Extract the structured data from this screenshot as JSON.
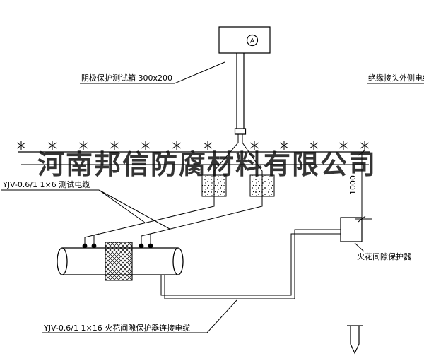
{
  "watermark": {
    "text": "河南邦信防腐材料有限公司"
  },
  "labels": {
    "test_box": "阴极保护测试箱 300x200",
    "insulated_joint_cable": "绝缘接头外侧电缆",
    "test_cable": "YJV-0.6/1 1×6  测试电缆",
    "spark_gap_protector": "火花间隙保护器",
    "protector_cable": "YJV-0.6/1 1×16  火花间隙保护器连接电缆",
    "meter": "A",
    "dimension_1000": "1000"
  },
  "colors": {
    "line": "#000000",
    "background": "#ffffff",
    "watermark": "#111111"
  }
}
